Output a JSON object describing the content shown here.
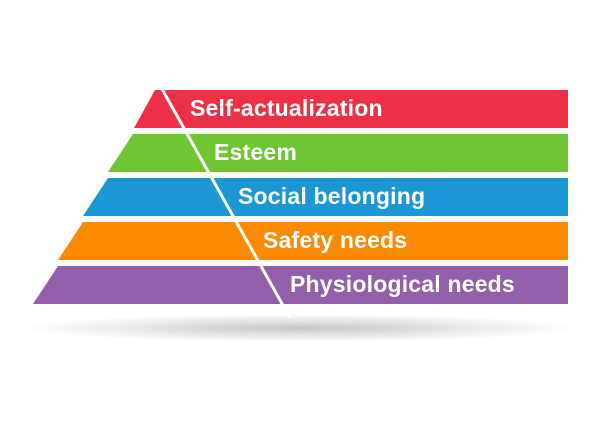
{
  "pyramid": {
    "tiers": [
      {
        "label": "Self-actualization",
        "color": "#ec3147"
      },
      {
        "label": "Esteem",
        "color": "#6dc532"
      },
      {
        "label": "Social belonging",
        "color": "#1b97d4"
      },
      {
        "label": "Safety needs",
        "color": "#fb8a00"
      },
      {
        "label": "Physiological needs",
        "color": "#935eaa"
      }
    ]
  }
}
